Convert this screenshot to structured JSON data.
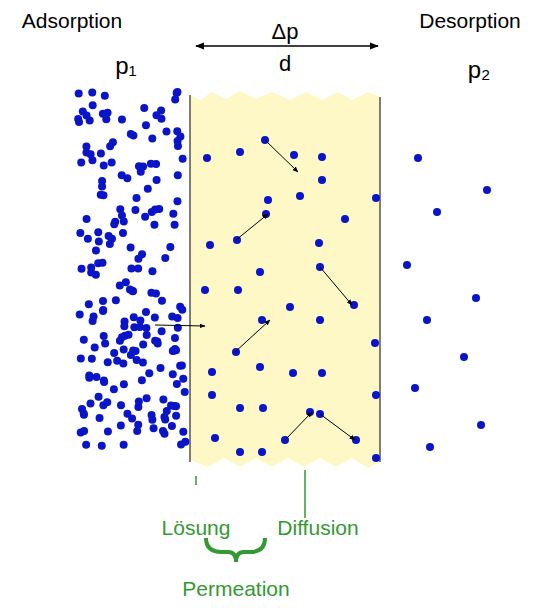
{
  "diagram": {
    "labels": [
      "Adsorption",
      "Desorption",
      "p₁",
      "Δp",
      "d",
      "p₂",
      "Lösung",
      "Diffusion",
      "Permeation"
    ]
  }
}
